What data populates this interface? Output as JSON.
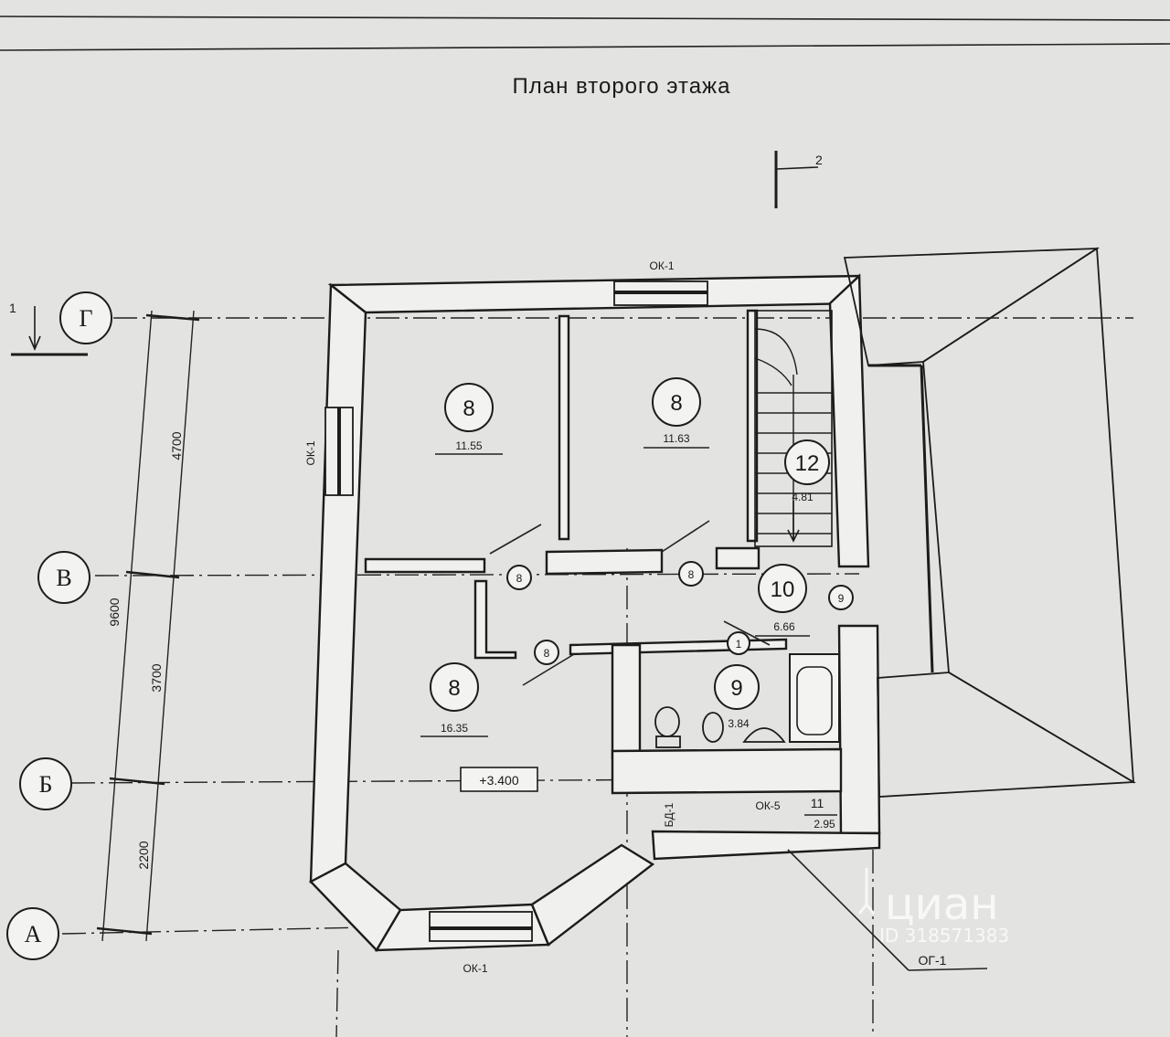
{
  "title": "План второго этажа",
  "section_mark": "2",
  "section_mark_left": "1",
  "axes": [
    "Г",
    "В",
    "Б",
    "А"
  ],
  "dimensions": {
    "total": "9600",
    "upper": "4700",
    "middle": "3700",
    "lower": "2200"
  },
  "rooms": [
    {
      "num": "8",
      "area": "11.55"
    },
    {
      "num": "8",
      "area": "11.63"
    },
    {
      "num": "12",
      "area": "4.81"
    },
    {
      "num": "8",
      "area": "16.35"
    },
    {
      "num": "10",
      "area": "6.66"
    },
    {
      "num": "9",
      "area": "3.84"
    },
    {
      "num": "11",
      "area": "2.95"
    }
  ],
  "door_marks": [
    "8",
    "8",
    "8",
    "9",
    "1"
  ],
  "window_marks": {
    "top": "ОК-1",
    "left": "ОК-1",
    "bottom": "ОК-1",
    "balcony": "ОК-5",
    "balcony_door": "БД-1",
    "railing": "ОГ-1"
  },
  "elevation": "+3.400",
  "watermark": {
    "brand": "циан",
    "id": "ID 318571383"
  }
}
